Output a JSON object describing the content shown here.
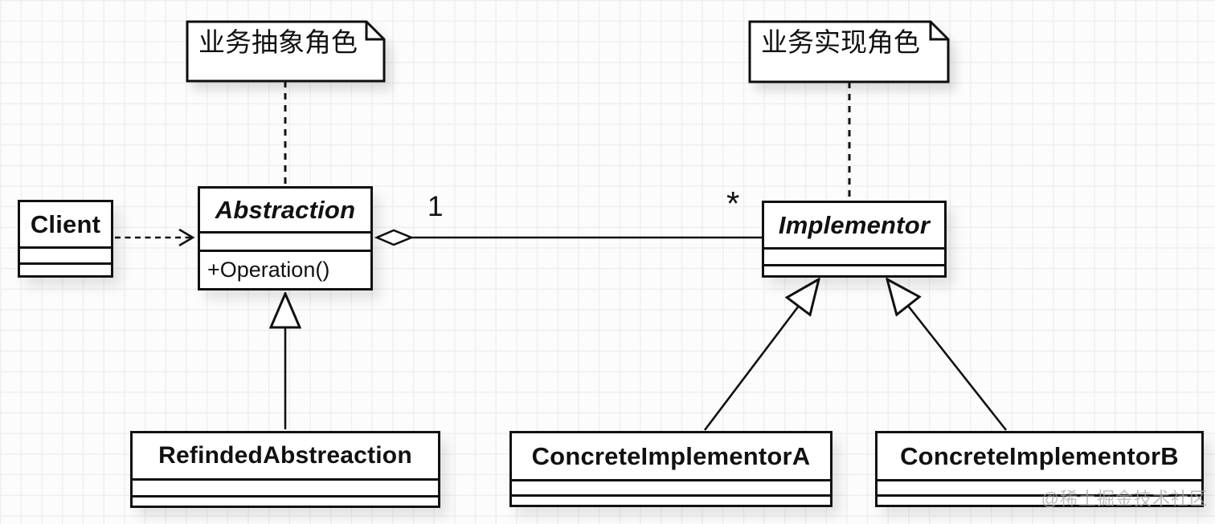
{
  "notes": [
    {
      "id": "abstraction-note",
      "text": "业务抽象角色"
    },
    {
      "id": "implementor-note",
      "text": "业务实现角色"
    }
  ],
  "classes": {
    "client": {
      "name": "Client"
    },
    "abstraction": {
      "name": "Abstraction",
      "methods": [
        "+Operation()"
      ]
    },
    "implementor": {
      "name": "Implementor"
    },
    "refined_abstraction": {
      "name": "RefindedAbstreaction"
    },
    "concrete_implementor_a": {
      "name": "ConcreteImplementorA"
    },
    "concrete_implementor_b": {
      "name": "ConcreteImplementorB"
    }
  },
  "relations": {
    "dependency": {
      "from": "Client",
      "to": "Abstraction",
      "style": "dashed-open-arrow"
    },
    "aggregation": {
      "from": "Abstraction",
      "to": "Implementor",
      "from_multiplicity": "1",
      "to_multiplicity": "*"
    },
    "generalizations": [
      {
        "from": "RefindedAbstreaction",
        "to": "Abstraction"
      },
      {
        "from": "ConcreteImplementorA",
        "to": "Implementor"
      },
      {
        "from": "ConcreteImplementorB",
        "to": "Implementor"
      }
    ]
  },
  "watermark": "@稀土掘金技术社区",
  "colors": {
    "line": "#111111",
    "fill": "#ffffff",
    "background": "#fcfcfc",
    "grid": "#efefef",
    "watermark": "#a9a9a9"
  }
}
